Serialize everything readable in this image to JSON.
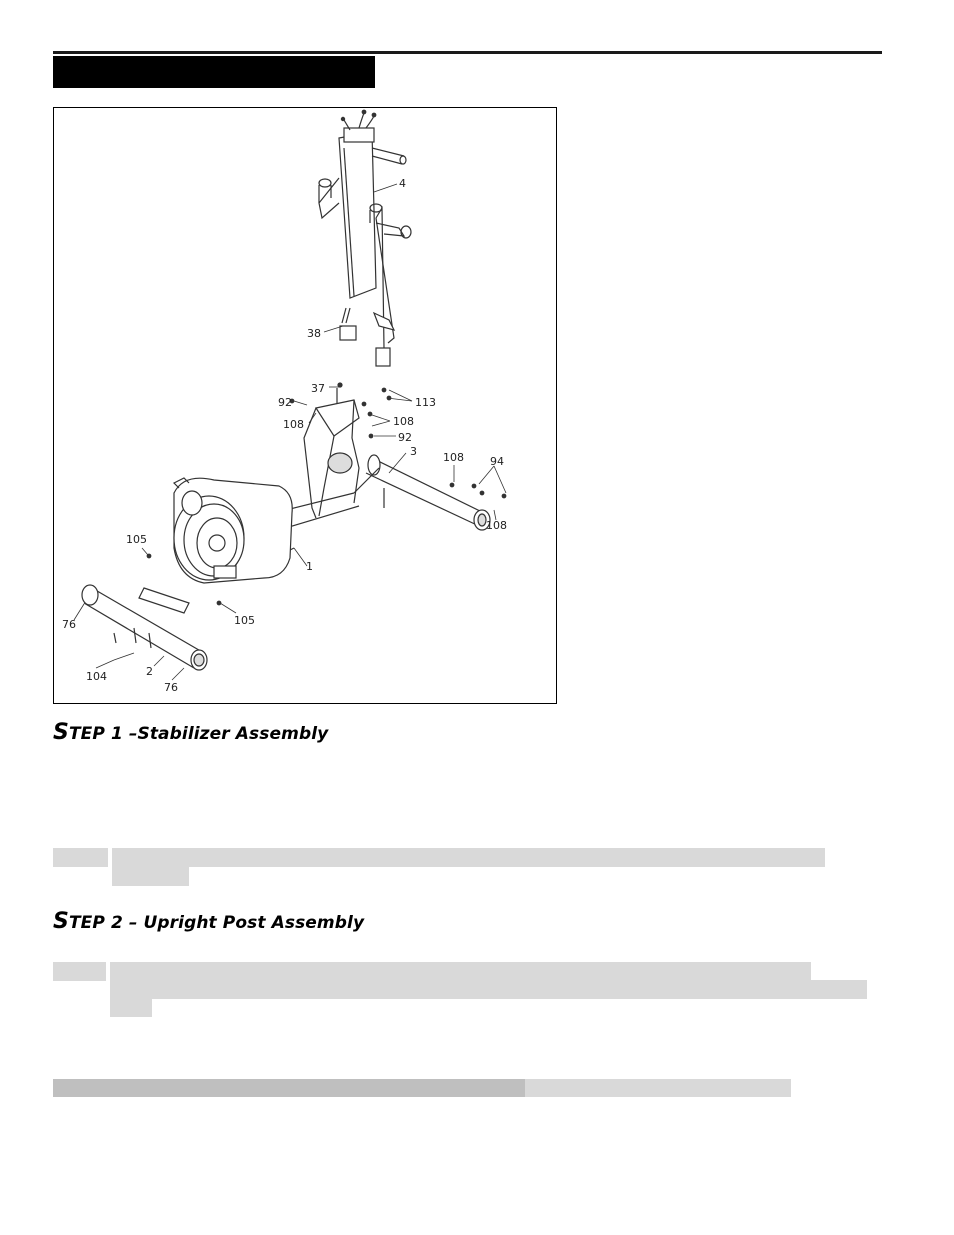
{
  "steps": [
    {
      "first_letter": "S",
      "rest": "TEP 1 –Stabilizer Assembly"
    },
    {
      "first_letter": "S",
      "rest": "TEP 2 – Upright Post Assembly"
    }
  ],
  "figure": {
    "callouts": {
      "c4": "4",
      "c38": "38",
      "c37": "37",
      "c92a": "92",
      "c108a": "108",
      "c113": "113",
      "c108b": "108",
      "c92b": "92",
      "c3": "3",
      "c108c": "108",
      "c94": "94",
      "c108d": "108",
      "c105a": "105",
      "c1": "1",
      "c105b": "105",
      "c76a": "76",
      "c104": "104",
      "c2": "2",
      "c76b": "76"
    }
  }
}
